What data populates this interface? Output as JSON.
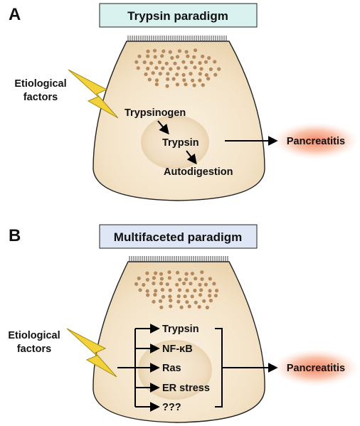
{
  "panel_a": {
    "letter": "A",
    "title": "Trypsin paradigm",
    "title_bg": "#d9f1ef",
    "etiology_lines": [
      "Etiological",
      "factors"
    ],
    "steps": [
      "Trypsinogen",
      "Trypsin",
      "Autodigestion"
    ],
    "outcome": "Pancreatitis"
  },
  "panel_b": {
    "letter": "B",
    "title": "Multifaceted paradigm",
    "title_bg": "#dfe6f5",
    "etiology_lines": [
      "Etiological",
      "factors"
    ],
    "pathways": [
      "Trypsin",
      "NF-κB",
      "Ras",
      "ER stress",
      "???"
    ],
    "outcome": "Pancreatitis"
  },
  "colors": {
    "cell_fill": "#f1dfc3",
    "granule": "#b5895c",
    "lightning": "#f2d23a",
    "outcome_glow": "#f37b56"
  },
  "icons": [
    "lightning-bolt-icon",
    "arrow-icon"
  ]
}
